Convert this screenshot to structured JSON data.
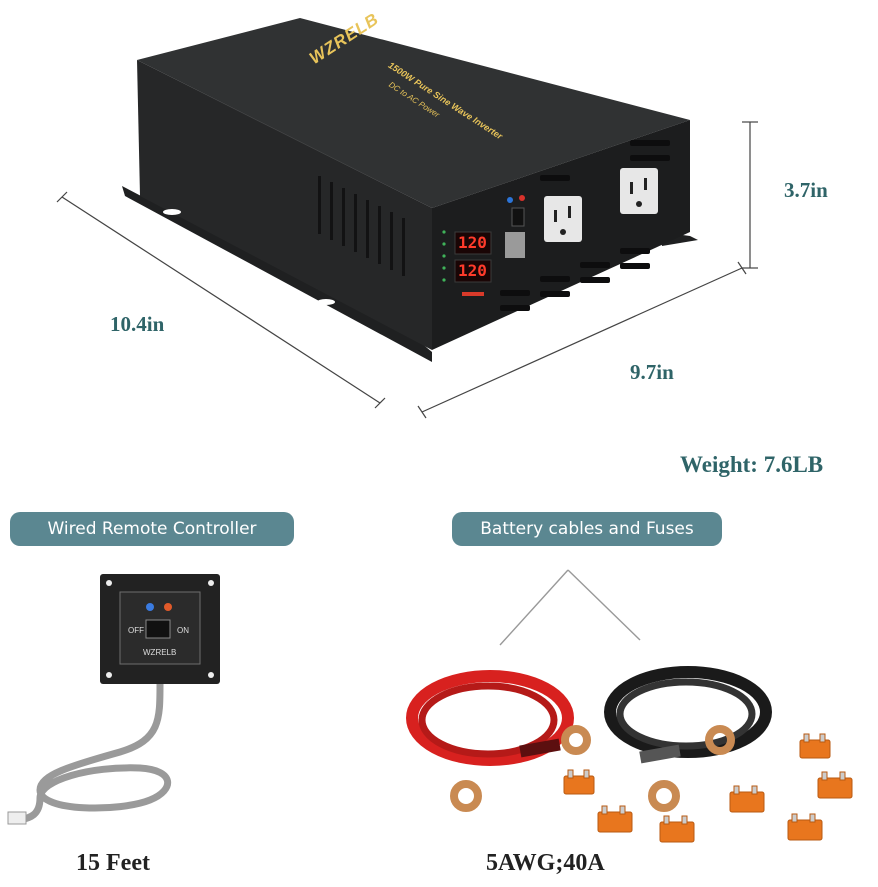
{
  "dimensions": {
    "length": "10.4in",
    "width": "9.7in",
    "height": "3.7in"
  },
  "weight": "Weight: 7.6LB",
  "inverter": {
    "brand": "WZRELB",
    "model_text": "1500W Pure Sine Wave Inverter",
    "sub_text": "DC to AC Power",
    "display_values": [
      "120",
      "120"
    ]
  },
  "remote": {
    "section_label": "Wired Remote Controller",
    "off_label": "OFF",
    "on_label": "ON",
    "brand": "WZRELB",
    "cable_length": "15 Feet"
  },
  "cables": {
    "section_label": "Battery cables and Fuses",
    "spec": "5AWG;40A"
  },
  "colors": {
    "teal_text": "#2f6468",
    "pill_bg": "#5b8791",
    "inverter_body": "#2b2d2e",
    "red_cable": "#d8211f",
    "black_cable": "#1a1a1a",
    "fuse_orange": "#e8761e",
    "copper": "#c98a52"
  }
}
